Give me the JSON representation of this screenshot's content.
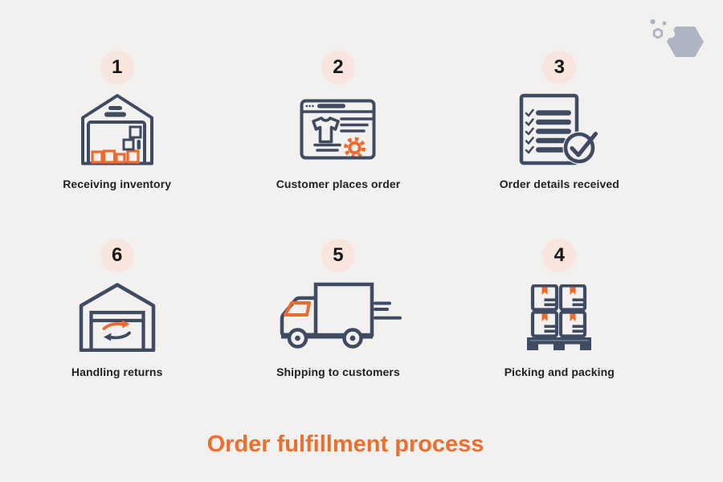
{
  "title": {
    "text": "Order fulfillment process",
    "color": "#ED6E2F"
  },
  "logo": {
    "name": "hexagon-logo",
    "color": "#AEB5C2"
  },
  "palette": {
    "background": "#F2F1F0",
    "navy": "#3F4B63",
    "orange": "#ED6A2C",
    "number_circle_bg": "#F8E6DE",
    "number_color": "#161616",
    "label_color": "#212121"
  },
  "rows": [
    {
      "steps": [
        {
          "number": "1",
          "label": "Receiving inventory",
          "icon": "warehouse-receiving-icon"
        },
        {
          "number": "2",
          "label": "Customer places order",
          "icon": "online-store-browser-icon"
        },
        {
          "number": "3",
          "label": "Order details received",
          "icon": "order-checklist-icon"
        }
      ]
    },
    {
      "steps": [
        {
          "number": "6",
          "label": "Handling returns",
          "icon": "returns-warehouse-icon"
        },
        {
          "number": "5",
          "label": "Shipping to customers",
          "icon": "delivery-truck-icon"
        },
        {
          "number": "4",
          "label": "Picking and packing",
          "icon": "boxes-pallet-icon"
        }
      ]
    }
  ]
}
